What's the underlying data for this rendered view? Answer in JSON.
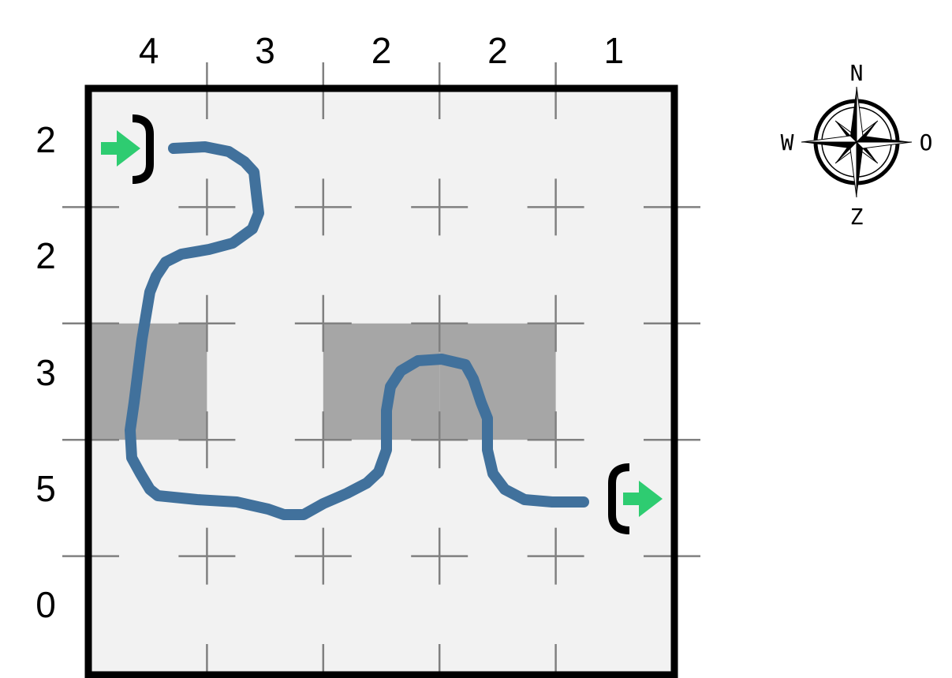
{
  "puzzle": {
    "column_clues": [
      "4",
      "3",
      "2",
      "2",
      "1"
    ],
    "row_clues": [
      "2",
      "2",
      "3",
      "5",
      "0"
    ],
    "shaded_cells": [
      [
        2,
        0
      ],
      [
        2,
        2
      ],
      [
        2,
        3
      ]
    ],
    "entrance": {
      "row": 0,
      "side": "left"
    },
    "exit": {
      "row": 3,
      "side": "right"
    },
    "colors": {
      "grid_bg": "#f2f2f2",
      "shaded": "#a6a6a6",
      "path": "#41719c",
      "arrow": "#2ecc71",
      "border": "#000000"
    }
  },
  "compass": {
    "north": "N",
    "west": "W",
    "east": "O",
    "south": "Z"
  }
}
